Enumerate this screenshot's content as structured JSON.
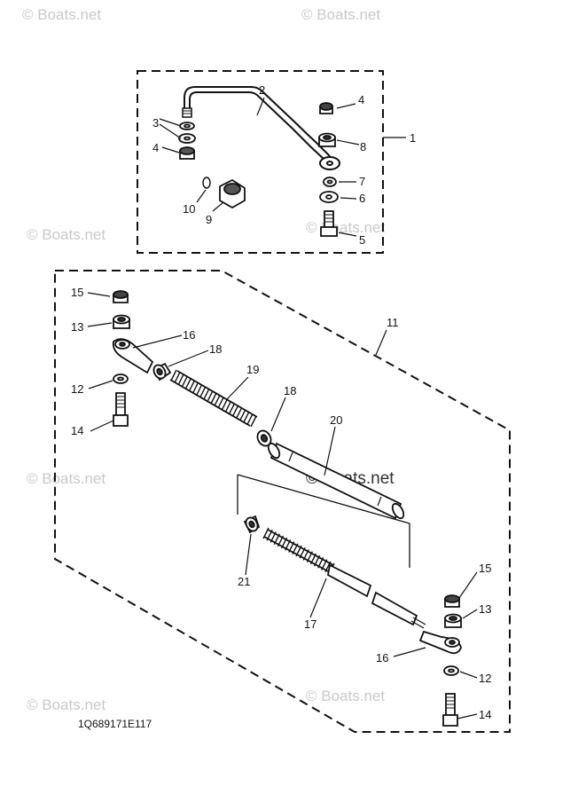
{
  "diagram": {
    "part_code": "1Q689171E117",
    "watermark": "© Boats.net",
    "callouts": {
      "c1": "1",
      "c2": "2",
      "c3": "3",
      "c4a": "4",
      "c4b": "4",
      "c5": "5",
      "c6": "6",
      "c7": "7",
      "c8": "8",
      "c9": "9",
      "c10": "10",
      "c11": "11",
      "c12a": "12",
      "c12b": "12",
      "c13a": "13",
      "c13b": "13",
      "c14a": "14",
      "c14b": "14",
      "c15a": "15",
      "c15b": "15",
      "c16a": "16",
      "c16b": "16",
      "c17": "17",
      "c18a": "18",
      "c18b": "18",
      "c19": "19",
      "c20": "20",
      "c21": "21"
    }
  }
}
